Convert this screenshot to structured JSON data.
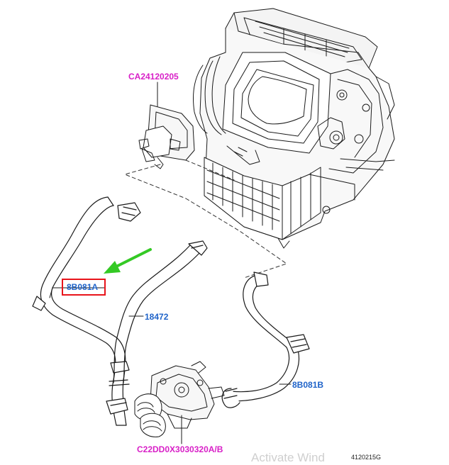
{
  "figure_id": "4120215G",
  "watermark": "Activate Wind",
  "colors": {
    "part_label": "#1f63c9",
    "code_label": "#d81fc7",
    "highlight": "#e8141b",
    "arrow": "#34c924",
    "line": "#1a1a1a"
  },
  "labels": [
    {
      "id": "heater-unit",
      "text": "CA24120205",
      "kind": "code"
    },
    {
      "id": "hose-left",
      "text": "8B081A",
      "kind": "part",
      "highlighted": true
    },
    {
      "id": "pipe",
      "text": "18472",
      "kind": "part"
    },
    {
      "id": "hose-right",
      "text": "8B081B",
      "kind": "part"
    },
    {
      "id": "thermostat",
      "text": "C22DD0X3030320A/B",
      "kind": "code"
    }
  ],
  "icons": {
    "arrow": "green-pointer-arrow-icon"
  }
}
